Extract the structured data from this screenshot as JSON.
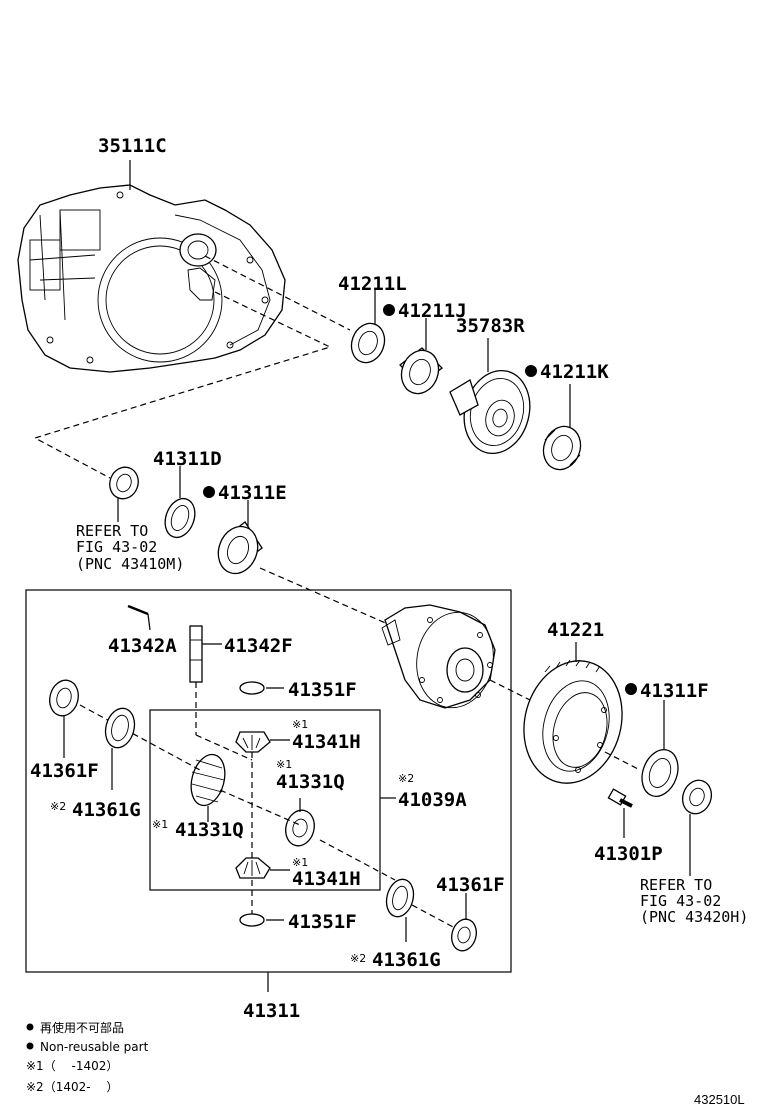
{
  "parts": {
    "p35111C": "35111C",
    "p41211L": "41211L",
    "p41211J": "41211J",
    "p35783R": "35783R",
    "p41211K": "41211K",
    "p41311D": "41311D",
    "p41311E": "41311E",
    "p41342A": "41342A",
    "p41342F": "41342F",
    "p41351F_top": "41351F",
    "p41341H_top": "41341H",
    "p41331Q_top": "41331Q",
    "p41039A": "41039A",
    "p41361F_left": "41361F",
    "p41361G_left": "41361G",
    "p41331Q_bot": "41331Q",
    "p41341H_bot": "41341H",
    "p41351F_bot": "41351F",
    "p41361F_right": "41361F",
    "p41361G_right": "41361G",
    "p41221": "41221",
    "p41311F": "41311F",
    "p41301P": "41301P",
    "p41311": "41311"
  },
  "marks": {
    "note1": "※1",
    "note2": "※2"
  },
  "references": {
    "left": {
      "line1": "REFER TO",
      "line2": "FIG 43-02",
      "line3": "(PNC 43410M)"
    },
    "right": {
      "line1": "REFER TO",
      "line2": "FIG 43-02",
      "line3": "(PNC 43420H)"
    }
  },
  "legend": {
    "line1": "再使用不可部品",
    "line2": "Non-reusable part",
    "line3": "※1（　 -1402）",
    "line4": "※2（1402-　 ）"
  },
  "figure_id": "432510L"
}
